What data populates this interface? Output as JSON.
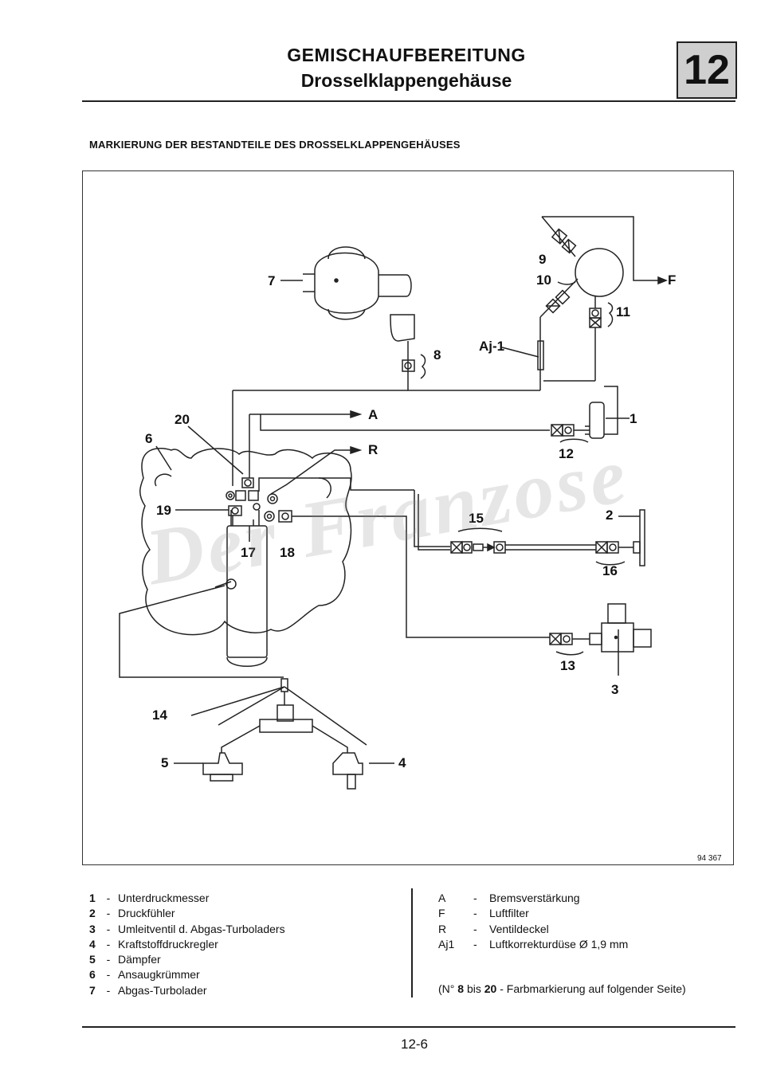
{
  "header": {
    "title": "GEMISCHAUFBEREITUNG",
    "subtitle": "Drosselklappengehäuse",
    "chapter": "12"
  },
  "section_title": "MARKIERUNG DER BESTANDTEILE DES DROSSELKLAPPENGEHÄUSES",
  "diagram": {
    "figure_number": "94 367",
    "callouts": [
      "1",
      "2",
      "3",
      "4",
      "5",
      "6",
      "7",
      "8",
      "9",
      "10",
      "11",
      "12",
      "13",
      "14",
      "15",
      "16",
      "17",
      "18",
      "19",
      "20",
      "A",
      "R",
      "F",
      "Aj-1"
    ],
    "watermark": "Der Franzose"
  },
  "legend_left": [
    {
      "num": "1",
      "text": "Unterdruckmesser"
    },
    {
      "num": "2",
      "text": "Druckfühler"
    },
    {
      "num": "3",
      "text": "Umleitventil d. Abgas-Turboladers"
    },
    {
      "num": "4",
      "text": "Kraftstoffdruckregler"
    },
    {
      "num": "5",
      "text": "Dämpfer"
    },
    {
      "num": "6",
      "text": "Ansaugkrümmer"
    },
    {
      "num": "7",
      "text": "Abgas-Turbolader"
    }
  ],
  "legend_right": [
    {
      "key": "A",
      "text": "Bremsverstärkung"
    },
    {
      "key": "F",
      "text": "Luftfilter"
    },
    {
      "key": "R",
      "text": "Ventildeckel"
    },
    {
      "key": "Aj1",
      "text": "Luftkorrekturdüse Ø 1,9 mm"
    }
  ],
  "note": {
    "prefix": "(N° ",
    "from": "8",
    "middle": " bis ",
    "to": "20",
    "suffix": " - Farbmarkierung auf folgender Seite)"
  },
  "footer": {
    "page": "12-6"
  }
}
